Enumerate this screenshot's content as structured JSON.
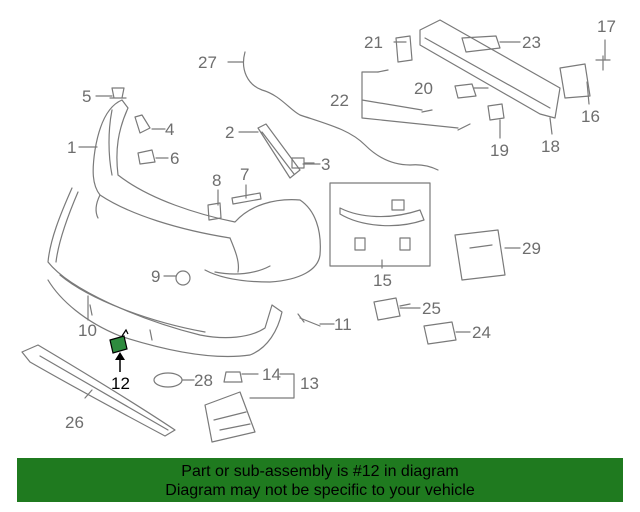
{
  "diagram": {
    "part_numbers": [
      "1",
      "2",
      "3",
      "4",
      "5",
      "6",
      "7",
      "8",
      "9",
      "10",
      "11",
      "12",
      "13",
      "14",
      "15",
      "16",
      "17",
      "18",
      "19",
      "20",
      "21",
      "22",
      "23",
      "24",
      "25",
      "26",
      "27",
      "28",
      "29"
    ],
    "highlighted_part": "12"
  },
  "footer": {
    "line1": "Part or sub-assembly is #12 in diagram",
    "line2": "Diagram may not be specific to your vehicle"
  },
  "colors": {
    "line": "#7a7a7a",
    "label": "#6e6e6e",
    "highlight_part": "#2e8b3e",
    "footer_bg": "#1f7a1f"
  }
}
